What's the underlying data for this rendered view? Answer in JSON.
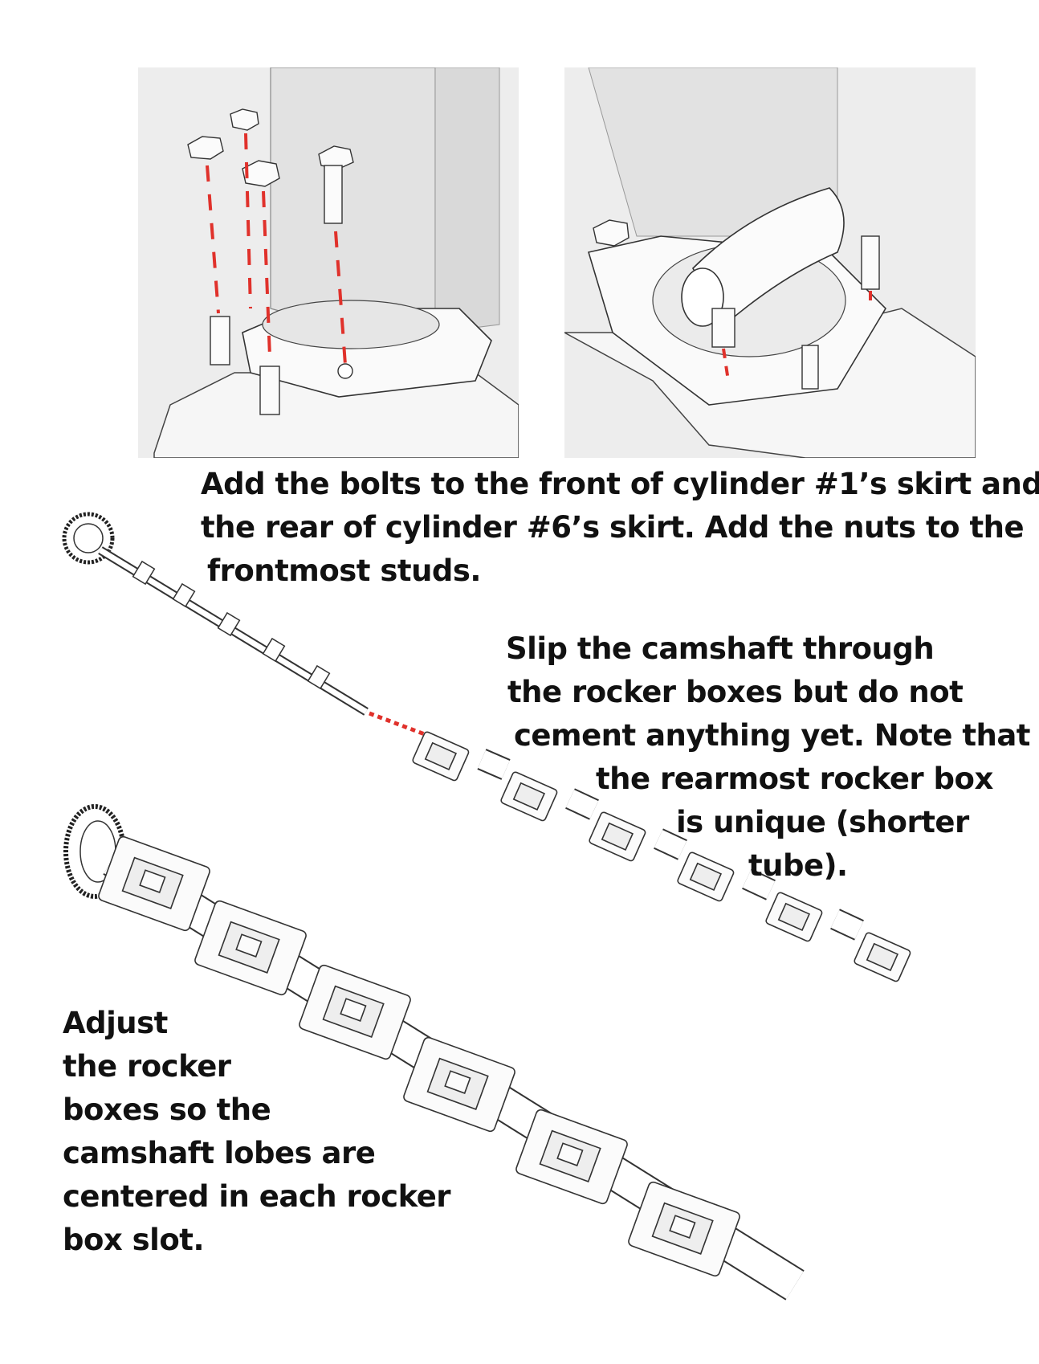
{
  "captions": {
    "bolts": [
      "Add the bolts to the front of cylinder #1’s skirt and",
      "the rear of cylinder #6’s skirt. Add the nuts to the",
      "frontmost studs."
    ],
    "camshaft": [
      "Slip the camshaft through",
      "the rocker boxes but do not",
      "cement anything yet. Note that",
      "the rearmost rocker box",
      "is unique (shorter",
      "tube)."
    ],
    "adjust": [
      "Adjust",
      "the rocker",
      "boxes so the",
      "camshaft lobes are",
      "centered in each rocker",
      "box slot."
    ]
  },
  "colors": {
    "panel_bg": "#ededed",
    "part_fill": "#f8f8f8",
    "outline": "#333333",
    "guide_line": "#e0312b"
  }
}
